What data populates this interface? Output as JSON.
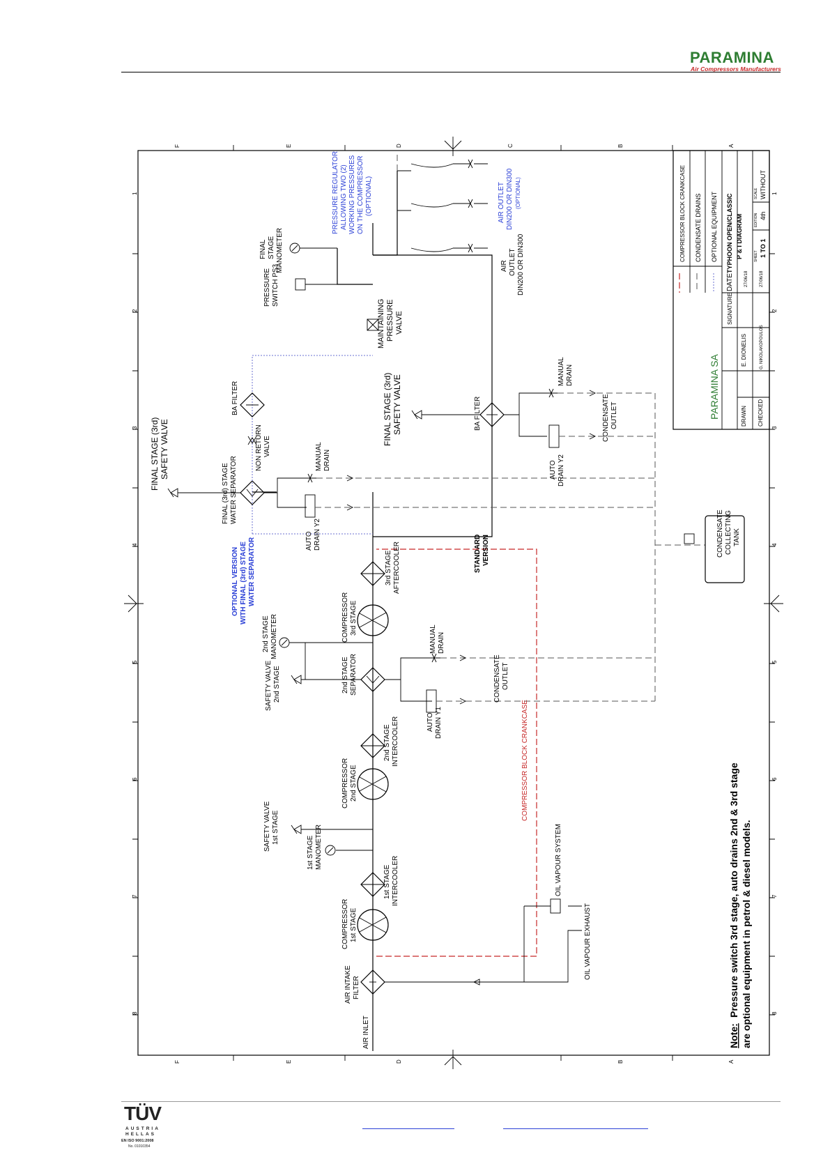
{
  "header": {
    "brand": "PARAMINA",
    "tagline": "Air Compressors Manufacturers"
  },
  "drawing": {
    "labels": {
      "air_inlet": "AIR INLET",
      "air_intake_filter_1": "AIR INTAKE",
      "air_intake_filter_2": "FILTER",
      "comp1_1": "COMPRESSOR",
      "comp1_2": "1st STAGE",
      "inter1_1": "1st STAGE",
      "inter1_2": "INTERCOOLER",
      "mano1_1": "1st STAGE",
      "mano1_2": "MANOMETER",
      "sv1_1": "SAFETY VALVE",
      "sv1_2": "1st STAGE",
      "comp2_1": "COMPRESSOR",
      "comp2_2": "2nd STAGE",
      "inter2_1": "2nd STAGE",
      "inter2_2": "INTERCOOLER",
      "sep2_1": "2nd STAGE",
      "sep2_2": "SEPARATOR",
      "sv2_1": "SAFETY VALVE",
      "sv2_2": "2nd STAGE",
      "mano2_1": "2nd STAGE",
      "mano2_2": "MANOMETER",
      "comp3_1": "COMPRESSOR",
      "comp3_2": "3rd STAGE",
      "after3_1": "3rd STAGE",
      "after3_2": "AFTERCOOLER",
      "std_1": "STANDARD",
      "std_2": "VERSION",
      "opt_1": "OPTIONAL VERSION",
      "opt_2": "WITH FINAL (3rd) STAGE",
      "opt_3": "WATER SEPARATOR",
      "final_sv_1": "FINAL STAGE (3rd)",
      "final_sv_2": "SAFETY VALVE",
      "final_ws_1": "FINAL (3rd) STAGE",
      "final_ws_2": "WATER SEPARATOR",
      "nrv_1": "NON RETURN",
      "nrv_2": "VALVE",
      "manual_drain_1": "MANUAL",
      "manual_drain_2": "DRAIN",
      "auto_drain_y2_1": "AUTO",
      "auto_drain_y2_2": "DRAIN Y2",
      "auto_drain_y1_1": "AUTO",
      "auto_drain_y1_2": "DRAIN Y1",
      "ba_filter": "BA FILTER",
      "final_sv3_1": "FINAL STAGE (3rd)",
      "final_sv3_2": "SAFETY VALVE",
      "cond_outlet_1": "CONDENSATE",
      "cond_outlet_2": "OUTLET",
      "mpv_1": "MAINTAINING",
      "mpv_2": "PRESSURE",
      "mpv_3": "VALVE",
      "ps_1": "PRESSURE",
      "ps_2": "SWITCH PS3",
      "fsm_1": "FINAL",
      "fsm_2": "STAGE",
      "fsm_3": "MANOMETER",
      "reg_1": "PRESSURE REGULATOR",
      "reg_2": "ALLOWING TWO (2)",
      "reg_3": "WORKING PRESSURES",
      "reg_4": "ON THE COMPRESSOR",
      "reg_5": "(OPTIONAL)",
      "ao_1": "AIR",
      "ao_2": "OUTLET",
      "ao_3": "DIN200 OR DIN300",
      "aoo_1": "AIR OUTLET",
      "aoo_2": "DIN200 OR DIN300",
      "aoo_3": "(OPTIONAL)",
      "crank": "COMPRESSOR BLOCK CRANKCASE",
      "ovs": "OIL VAPOUR SYSTEM",
      "ove": "OIL VAPOUR EXHAUST",
      "tank_1": "CONDENSATE",
      "tank_2": "COLLECTING",
      "tank_3": "TANK",
      "note_1": "Pressure switch 3rd stage, auto drains 2nd & 3rd stage",
      "note_2": "are optional equipment in petrol & diesel models.",
      "note_head": "Note:"
    },
    "grid": {
      "cols": [
        "1",
        "2",
        "3",
        "4",
        "5",
        "6",
        "7",
        "8"
      ],
      "rows": [
        "A",
        "B",
        "C",
        "D",
        "E",
        "F"
      ]
    },
    "legend": [
      "COMPRESSOR BLOCK CRANKCASE",
      "CONDENSATE DRAINS",
      "OPTIONAL EQUIPMENT"
    ],
    "title_block": {
      "company": "PARAMINA SA",
      "drawn_label": "DRAWN",
      "drawn_name": "E. DIONELIS",
      "checked_label": "CHECKED",
      "checked_name": "G. NIKOLAKOPOULOS",
      "signature_label": "SIGNATURE",
      "date_label": "DATE",
      "date1": "27/06/18",
      "date2": "27/06/18",
      "title_1": "TYPHOON OPEN/CLASSIC",
      "title_2": "P & I DIAGRAM",
      "sheet_label": "SHEET",
      "sheet": "1 TO 1",
      "edition_label": "EDITION",
      "edition": "4th",
      "scale_label": "SCALE",
      "scale": "WITHOUT"
    }
  },
  "footer": {
    "cert_mark": "TÜV",
    "cert_line1": "AUSTRIA",
    "cert_line2": "HELLAS",
    "cert_line3": "EN ISO 9001:2008",
    "cert_line4": "No. 01010354"
  },
  "colors": {
    "brand_green": "#2e7d32",
    "brand_red": "#c62828",
    "optional_blue": "#2a3fd6",
    "crankcase_red": "#c62828"
  }
}
